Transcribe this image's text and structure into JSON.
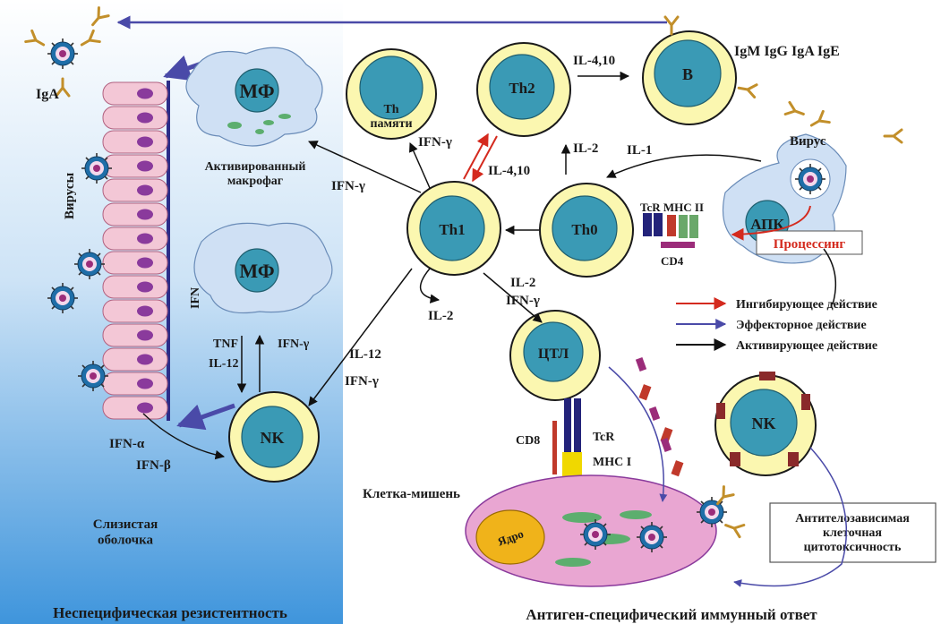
{
  "regions": {
    "left_title": "Неспецифическая резистентность",
    "right_title": "Антиген-специфический иммунный ответ",
    "mucosa": "Слизистая\nоболочка",
    "viruses_vertical": "Вирусы"
  },
  "cells": {
    "mf_top": "МФ",
    "mf_mid": "МФ",
    "activated_macrophage": "Активированный\nмакрофаг",
    "th_memory": "Th\nпамяти",
    "th2": "Th2",
    "b": "B",
    "th1": "Th1",
    "th0": "Th0",
    "apc": "АПК",
    "ctl": "ЦТЛ",
    "nk_left": "NK",
    "nk_right": "NK",
    "nucleus": "Ядро",
    "target_cell": "Клетка-мишень"
  },
  "molecules": {
    "iga_left": "IgA",
    "immunoglobulins": "IgM IgG IgA IgE",
    "virus": "Вирус",
    "processing": "Процессинг",
    "tcr_mhc2": "TcR MHC II",
    "cd4": "CD4",
    "cd8": "CD8",
    "tcr": "TcR",
    "mhc1": "MHC I",
    "adcc": "Антителозависимая\nклеточная\nцитотоксичность"
  },
  "cytokines": {
    "il4_10_top": "IL-4,10",
    "ifng_th2": "IFN-γ",
    "il4_10_mid": "IL-4,10",
    "il2_th0": "IL-2",
    "il1": "IL-1",
    "ifng_macrophage": "IFN-γ",
    "il2_th1": "IL-2",
    "il2_ctl": "IL-2",
    "ifng_ctl": "IFN-γ",
    "il12_nk": "IL-12",
    "ifng_nk": "IFN-γ",
    "ifn_vertical": "IFN",
    "tnf": "TNF",
    "il12_mf": "IL-12",
    "ifng_mf": "IFN-γ",
    "ifna": "IFN-α",
    "ifnb": "IFN-β"
  },
  "legend": [
    {
      "label": "Ингибирующее действие",
      "color": "#d42a1e"
    },
    {
      "label": "Эффекторное действие",
      "color": "#4a4aa8"
    },
    {
      "label": "Активирующее действие",
      "color": "#111111"
    }
  ],
  "colors": {
    "cell_ring": "#fbf7b0",
    "nucleus": "#3a9ab5",
    "macrophage": "#cfe0f4",
    "epithelium": "#f3c7d6",
    "epithelium_nucleus": "#8a3a9c",
    "target": "#e9a6d2",
    "effector": "#4a4aa8",
    "inhibitory": "#d42a1e",
    "activating": "#111111"
  }
}
